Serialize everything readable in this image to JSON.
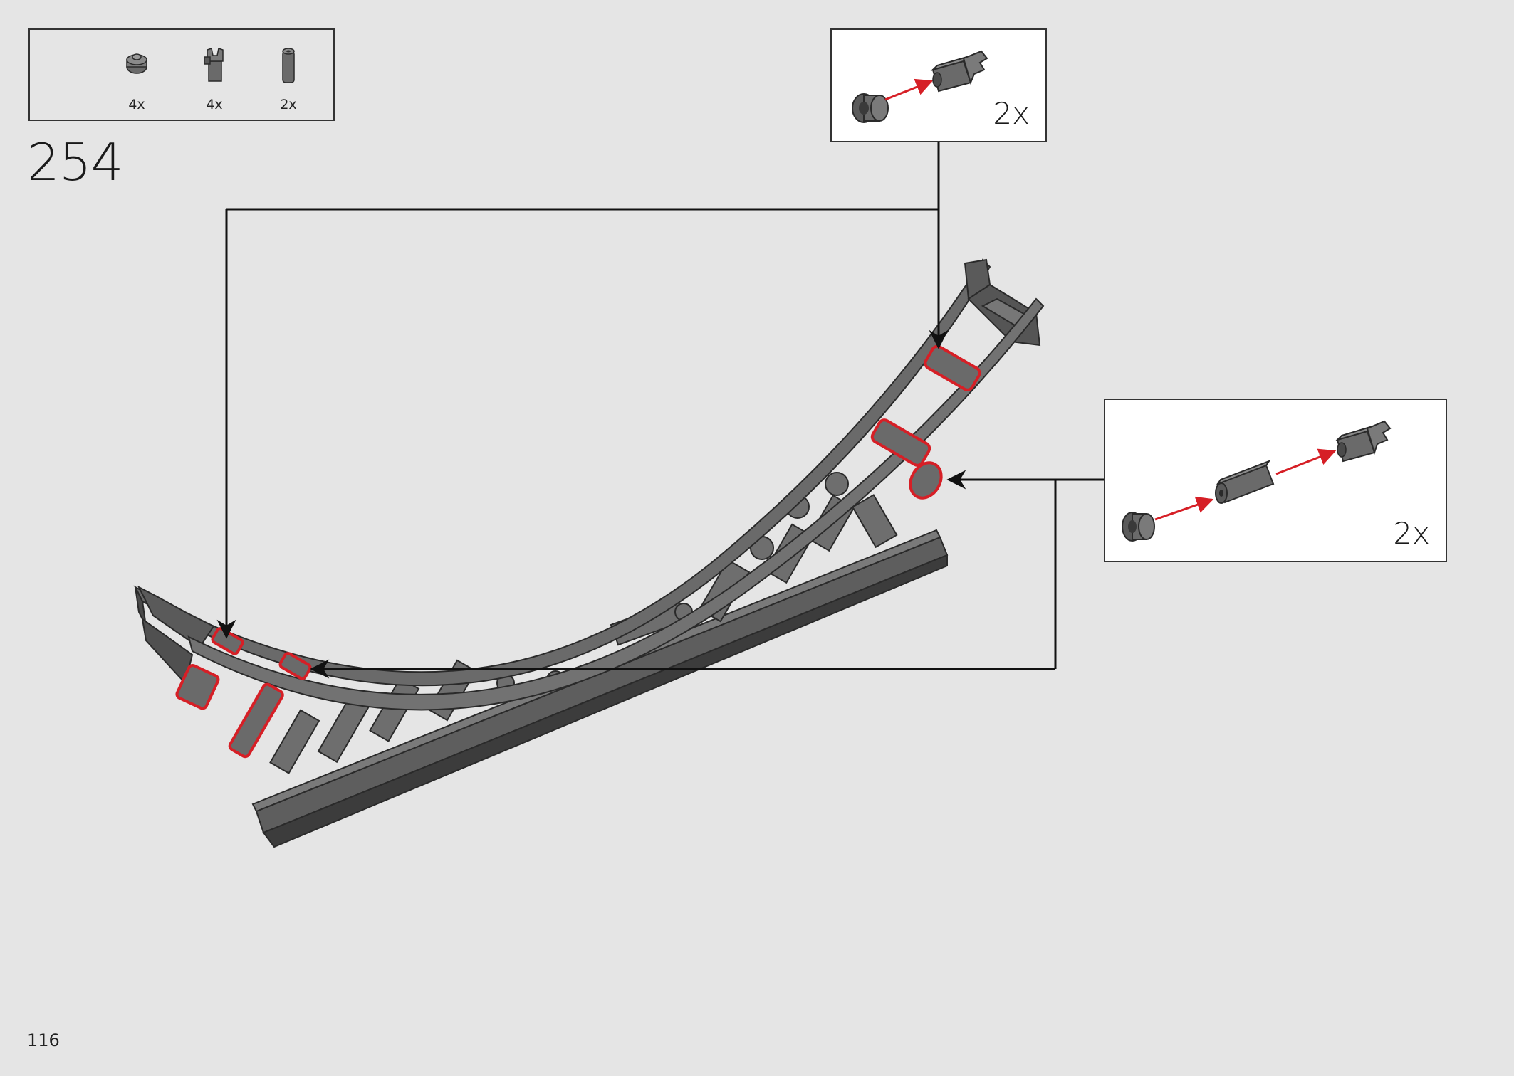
{
  "page": {
    "step_number": "254",
    "page_number": "116"
  },
  "parts_list": [
    {
      "icon": "bushing-icon",
      "qty": "4x"
    },
    {
      "icon": "clip-connector-icon",
      "qty": "4x"
    },
    {
      "icon": "axle-connector-icon",
      "qty": "2x"
    }
  ],
  "callouts": [
    {
      "id": "top",
      "qty": "2x"
    },
    {
      "id": "right",
      "qty": "2x"
    }
  ],
  "colors": {
    "background": "#e5e5e5",
    "part_gray": "#6b6b6b",
    "highlight_red": "#d61f26",
    "line": "#111111"
  }
}
